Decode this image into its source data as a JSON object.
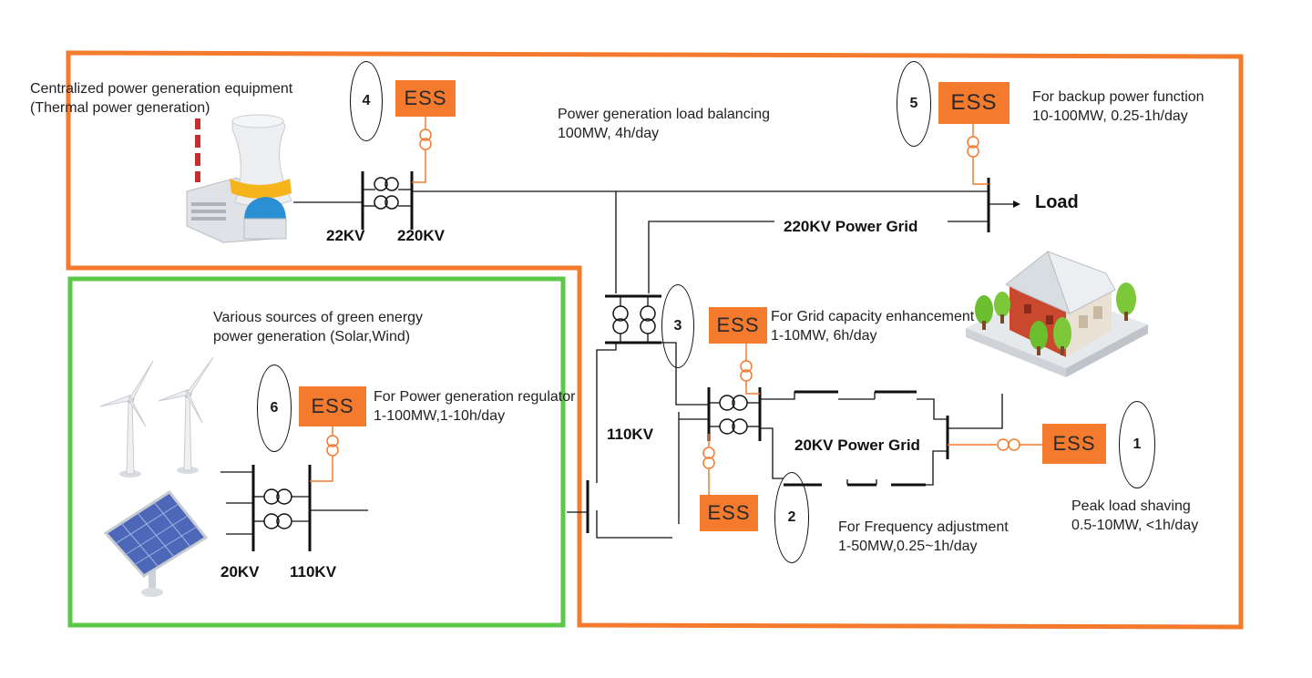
{
  "colors": {
    "orange_frame": "#f47a2e",
    "green_frame": "#5cc84a",
    "ess_fill": "#f47a2e",
    "line": "#111111"
  },
  "ess_label": "ESS",
  "markers": [
    "1",
    "2",
    "3",
    "4",
    "5",
    "6"
  ],
  "labels": {
    "thermal_1": "Centralized power generation equipment",
    "thermal_2": "(Thermal power generation)",
    "balancing_1": "Power generation load balancing",
    "balancing_2": "100MW, 4h/day",
    "backup_1": "For backup power function",
    "backup_2": "10-100MW, 0.25-1h/day",
    "load": "Load",
    "grid220": "220KV Power Grid",
    "v22": "22KV",
    "v220": "220KV",
    "green_1": "Various sources of green energy",
    "green_2": "power generation (Solar,Wind)",
    "capacity_1": "For Grid capacity enhancement",
    "capacity_2": "1-10MW, 6h/day",
    "regulator_1": "For Power generation regulator",
    "regulator_2": "1-100MW,1-10h/day",
    "v110_mid": "110KV",
    "grid20": "20KV Power Grid",
    "peak_1": "Peak load shaving",
    "peak_2": "0.5-10MW, <1h/day",
    "freq_1": "For Frequency adjustment",
    "freq_2": "1-50MW,0.25~1h/day",
    "v20": "20KV",
    "v110": "110KV"
  }
}
